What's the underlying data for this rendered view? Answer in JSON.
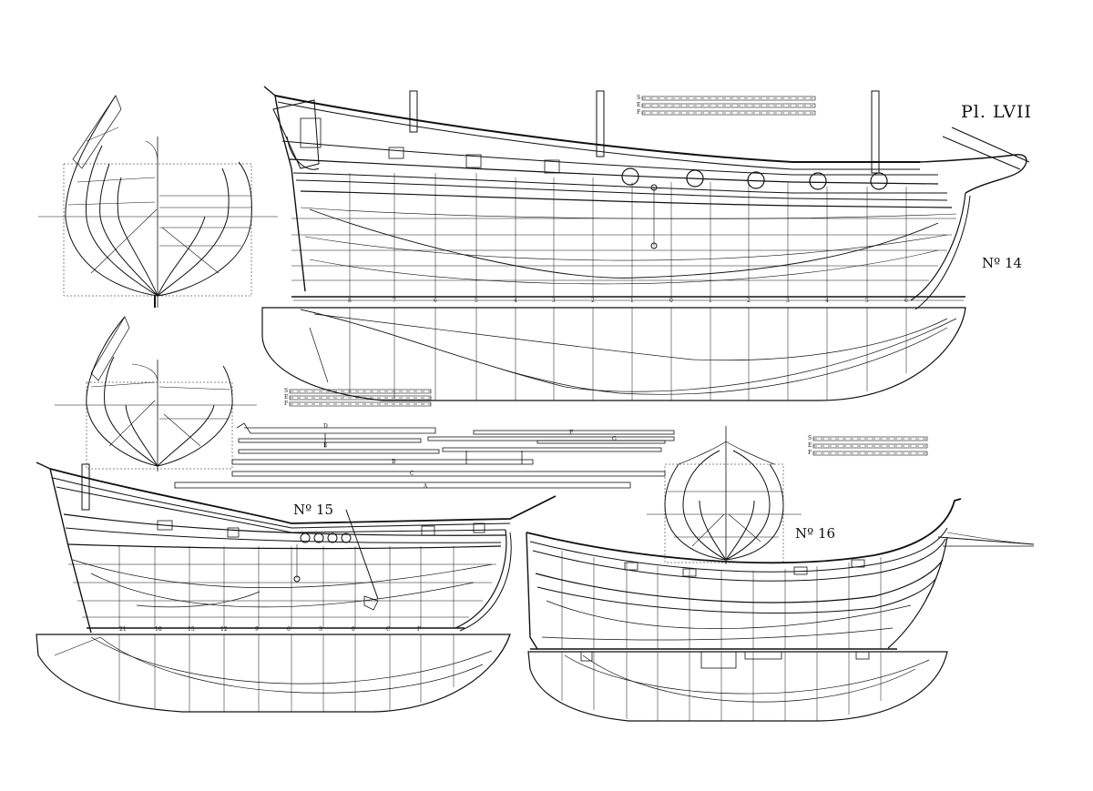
{
  "plate": {
    "title": "Pl. LVII"
  },
  "ships": [
    {
      "label": "Nº 14",
      "station_numbers": [
        "8",
        "7",
        "6",
        "5",
        "4",
        "3",
        "2",
        "1",
        "0",
        "1",
        "2",
        "3",
        "4",
        "5",
        "6"
      ]
    },
    {
      "label": "Nº 15",
      "station_numbers": [
        "21",
        "18",
        "15",
        "12",
        "9",
        "6",
        "3",
        "0",
        "C",
        "F"
      ]
    },
    {
      "label": "Nº 16"
    }
  ],
  "scales": {
    "letters": [
      "S",
      "E",
      "F"
    ]
  },
  "spars": {
    "letters": [
      "D",
      "E",
      "B",
      "C",
      "A",
      "F",
      "G"
    ]
  }
}
